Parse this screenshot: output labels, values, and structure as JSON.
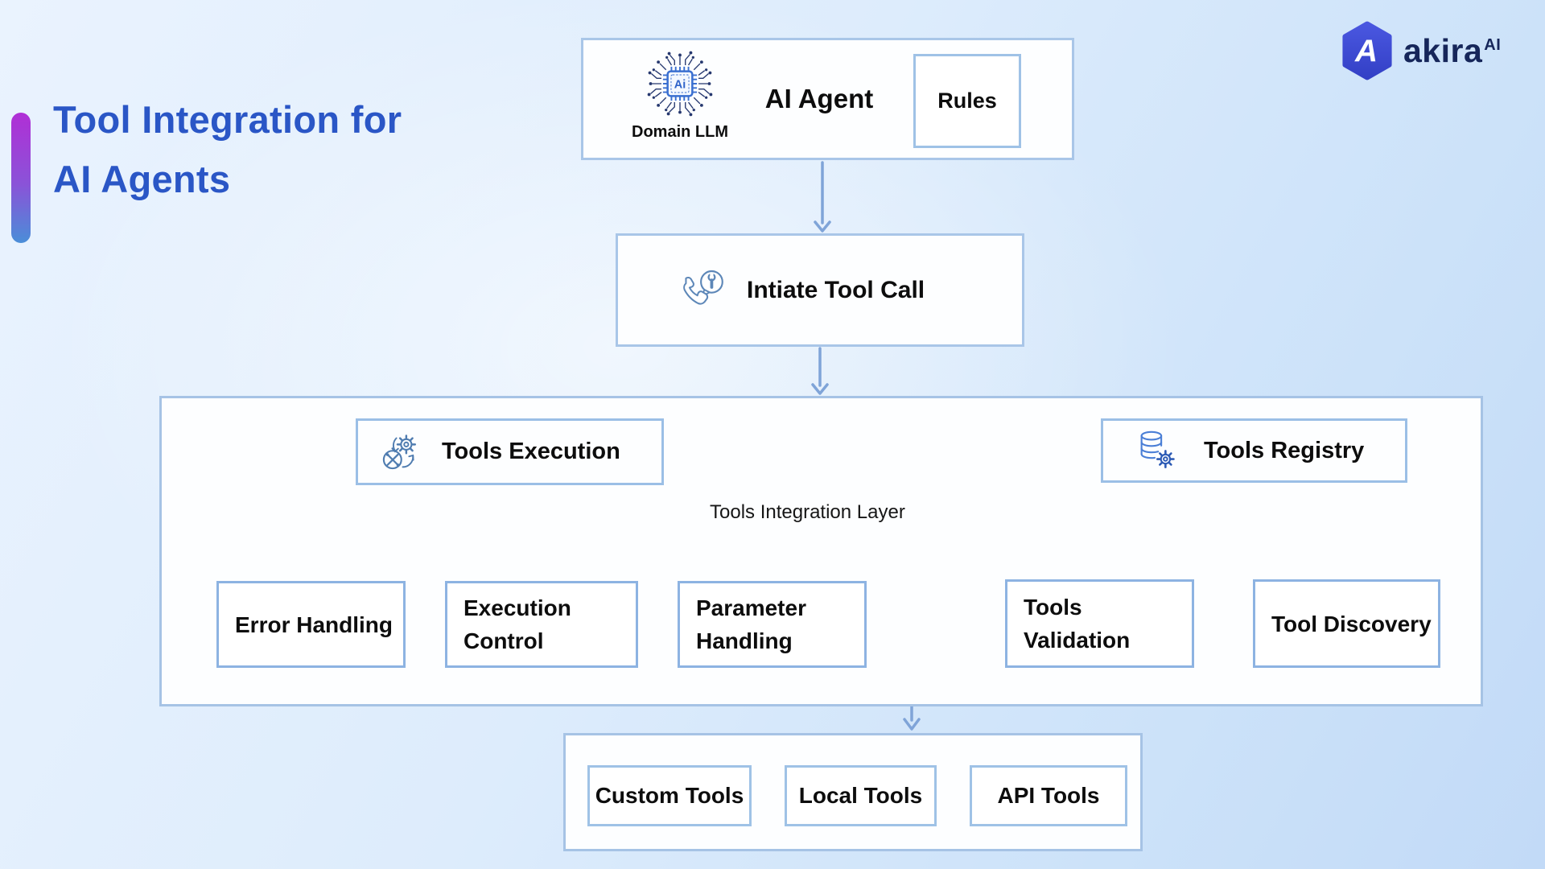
{
  "title": {
    "line1": "Tool Integration for",
    "line2": "AI Agents"
  },
  "brand": {
    "name": "akira",
    "superscript": "AI"
  },
  "agent_box": {
    "label": "AI Agent",
    "chip_label": "Ai",
    "icon_caption": "Domain LLM",
    "rules_label": "Rules"
  },
  "initiate_box": {
    "label": "Intiate Tool Call"
  },
  "integration_layer": {
    "caption": "Tools Integration Layer",
    "tools_execution": {
      "label": "Tools Execution",
      "children": [
        {
          "label": "Error Handling"
        },
        {
          "label": "Execution Control"
        },
        {
          "label": "Parameter Handling"
        }
      ]
    },
    "tools_registry": {
      "label": "Tools Registry",
      "children": [
        {
          "label": "Tools Validation"
        },
        {
          "label": "Tool Discovery"
        }
      ]
    }
  },
  "tools_panel": {
    "items": [
      {
        "label": "Custom Tools"
      },
      {
        "label": "Local Tools"
      },
      {
        "label": "API Tools"
      }
    ]
  },
  "colors": {
    "title_text": "#2a56c6",
    "connector": "#7fa4d8",
    "box_border": "#a9c6e8",
    "child_box_border": "#8db3e2",
    "accent_bar_top": "#b02fd6",
    "accent_bar_bottom": "#4a8ed8",
    "brand_hexagon": "#3f4ed2",
    "brand_text": "#16265a",
    "background_light": "#eaf3fe",
    "background_deep": "#c2daf7"
  }
}
